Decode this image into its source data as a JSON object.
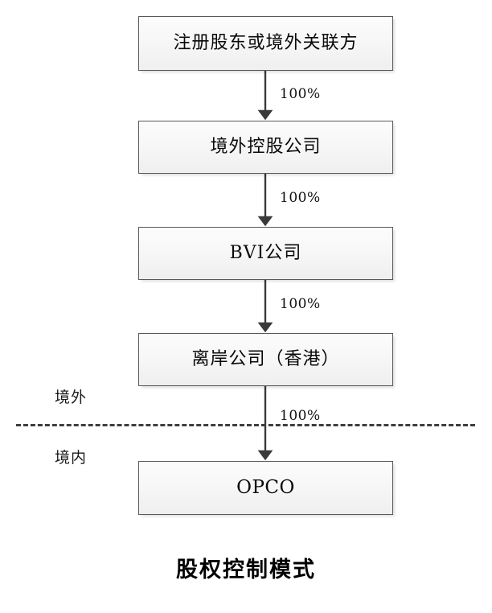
{
  "diagram": {
    "caption": "股权控制模式",
    "nodes": [
      {
        "id": "registered-shareholder",
        "label": "注册股东或境外关联方",
        "script": "cjk"
      },
      {
        "id": "offshore-holding-company",
        "label": "境外控股公司",
        "script": "cjk"
      },
      {
        "id": "bvi-company",
        "label": "BVI公司",
        "script": "mixed"
      },
      {
        "id": "offshore-company-hongkong",
        "label": "离岸公司（香港）",
        "script": "cjk"
      },
      {
        "id": "opco",
        "label": "OPCO",
        "script": "latin"
      }
    ],
    "edges": [
      {
        "id": "edge-1",
        "from": "registered-shareholder",
        "to": "offshore-holding-company",
        "label": "100%"
      },
      {
        "id": "edge-2",
        "from": "offshore-holding-company",
        "to": "bvi-company",
        "label": "100%"
      },
      {
        "id": "edge-3",
        "from": "bvi-company",
        "to": "offshore-company-hongkong",
        "label": "100%"
      },
      {
        "id": "edge-4",
        "from": "offshore-company-hongkong",
        "to": "opco",
        "label": "100%"
      }
    ],
    "regions": [
      {
        "id": "offshore",
        "label": "境外"
      },
      {
        "id": "onshore",
        "label": "境内"
      }
    ],
    "divider": {
      "style": "dashed",
      "color": "#3f3f41"
    },
    "colors": {
      "box_border": "#58585a",
      "box_fill_top": "#fcfcfc",
      "box_fill_bottom": "#efefef",
      "arrow": "#3a3a3a",
      "text": "#0a0a0a",
      "background": "#ffffff"
    }
  }
}
